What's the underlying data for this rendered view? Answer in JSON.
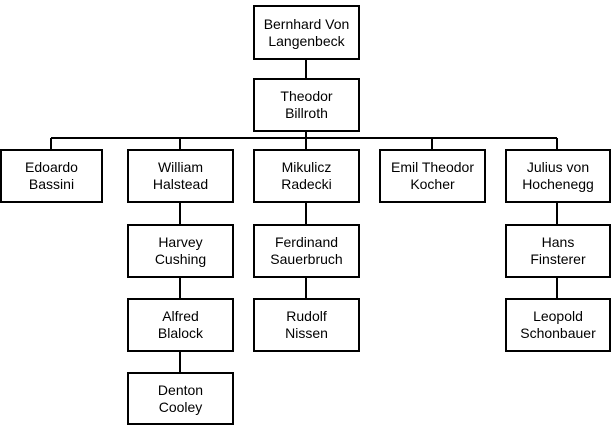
{
  "nodes": {
    "langenbeck": {
      "line1": "Bernhard Von",
      "line2": "Langenbeck"
    },
    "billroth": {
      "line1": "Theodor",
      "line2": "Billroth"
    },
    "bassini": {
      "line1": "Edoardo",
      "line2": "Bassini"
    },
    "halstead": {
      "line1": "William",
      "line2": "Halstead"
    },
    "radecki": {
      "line1": "Mikulicz",
      "line2": "Radecki"
    },
    "kocher": {
      "line1": "Emil Theodor",
      "line2": "Kocher"
    },
    "hochenegg": {
      "line1": "Julius von",
      "line2": "Hochenegg"
    },
    "cushing": {
      "line1": "Harvey",
      "line2": "Cushing"
    },
    "sauerbruch": {
      "line1": "Ferdinand",
      "line2": "Sauerbruch"
    },
    "finsterer": {
      "line1": "Hans",
      "line2": "Finsterer"
    },
    "blalock": {
      "line1": "Alfred",
      "line2": "Blalock"
    },
    "nissen": {
      "line1": "Rudolf",
      "line2": "Nissen"
    },
    "schonbauer": {
      "line1": "Leopold",
      "line2": "Schonbauer"
    },
    "cooley": {
      "line1": "Denton",
      "line2": "Cooley"
    }
  }
}
